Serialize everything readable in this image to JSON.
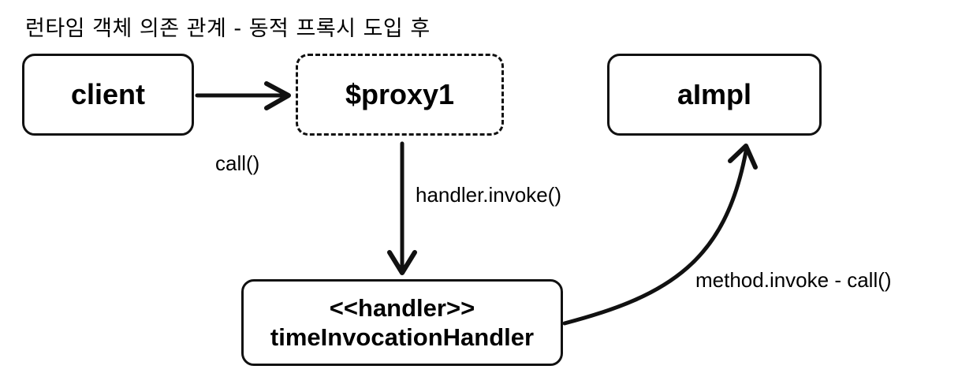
{
  "title": "런타임 객체 의존 관계 - 동적 프록시 도입 후",
  "nodes": {
    "client": "client",
    "proxy": "$proxy1",
    "impl": "aImpl",
    "handler_stereotype": "<<handler>>",
    "handler_name": "timeInvocationHandler"
  },
  "edges": {
    "client_to_proxy": "call()",
    "proxy_to_handler": "handler.invoke()",
    "handler_to_impl": "method.invoke - call()"
  }
}
